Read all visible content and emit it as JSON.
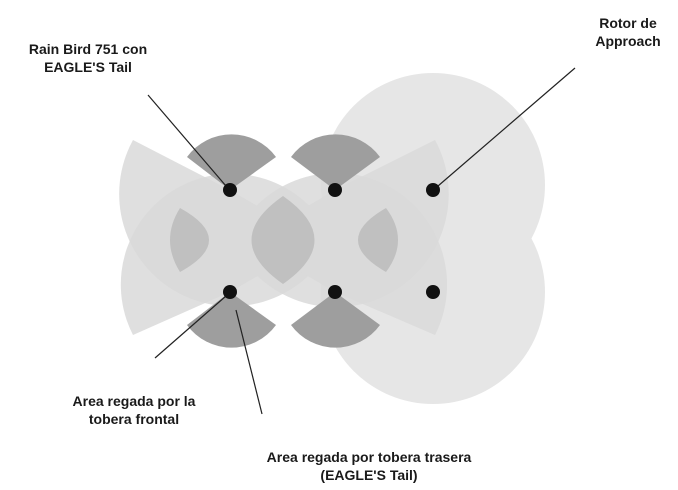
{
  "labels": {
    "rain_bird": {
      "line1": "Rain Bird 751 con",
      "line2": "EAGLE'S Tail"
    },
    "rotor": {
      "line1": "Rotor de",
      "line2": "Approach"
    },
    "frontal": {
      "line1": "Area regada por la",
      "line2": "tobera frontal"
    },
    "trasera": {
      "line1": "Area regada por tobera trasera",
      "line2": "(EAGLE'S Tail)"
    }
  },
  "colors": {
    "approach_circle": "#e6e6e6",
    "front_sector": "#dadada",
    "overlap_lens": "#b9b9b9",
    "rear_sector": "#a0a0a0",
    "sprinkler_dot": "#111111",
    "leader_line": "#222222"
  }
}
